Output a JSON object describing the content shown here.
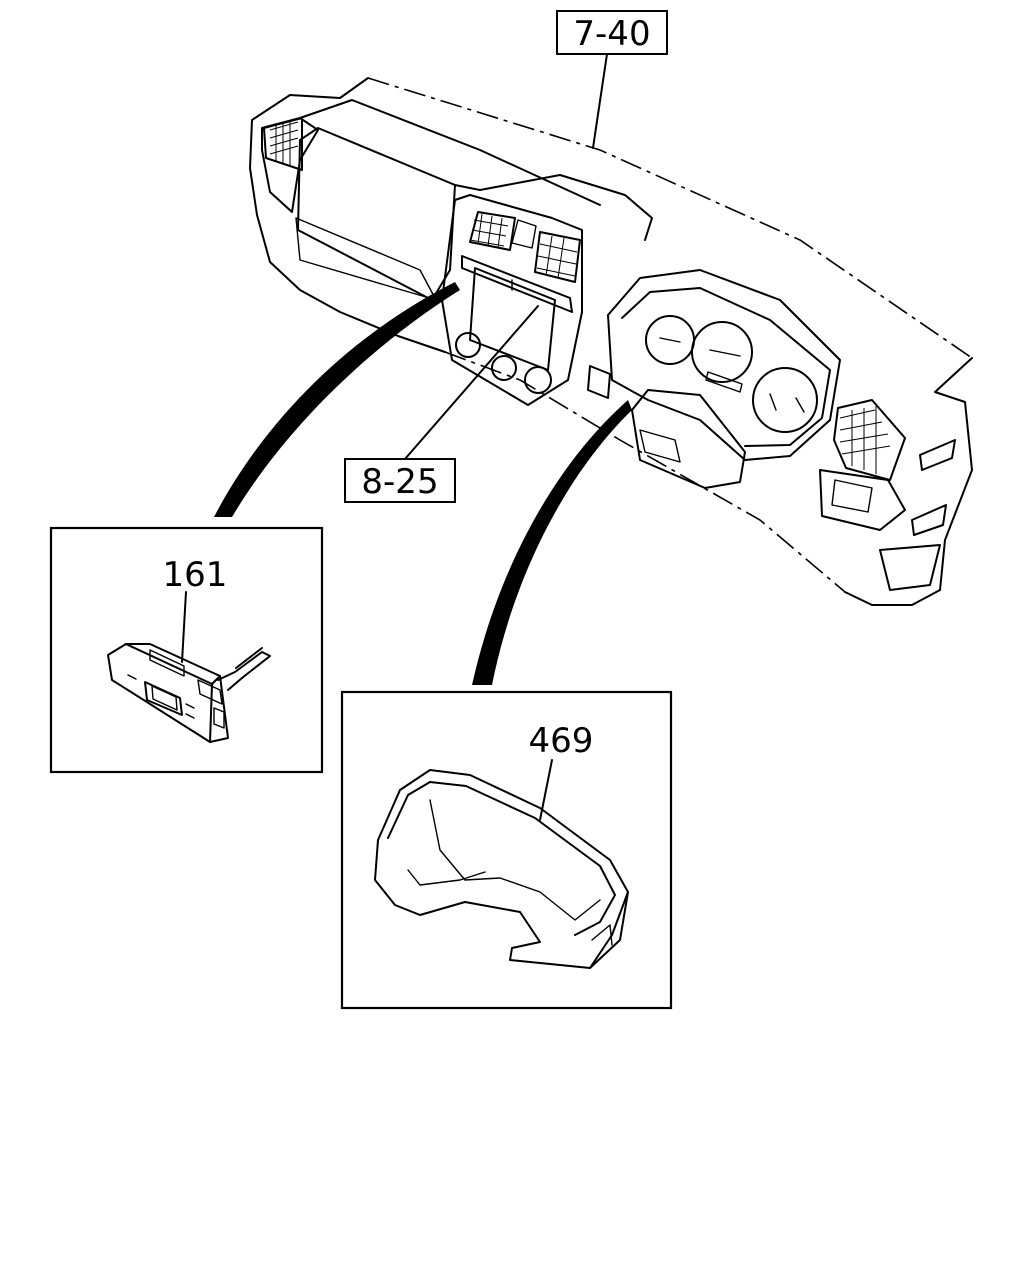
{
  "references": {
    "ref_dashboard": "7-40",
    "ref_console": "8-25"
  },
  "parts": {
    "part_switch": "161",
    "part_cluster_hood": "469"
  }
}
